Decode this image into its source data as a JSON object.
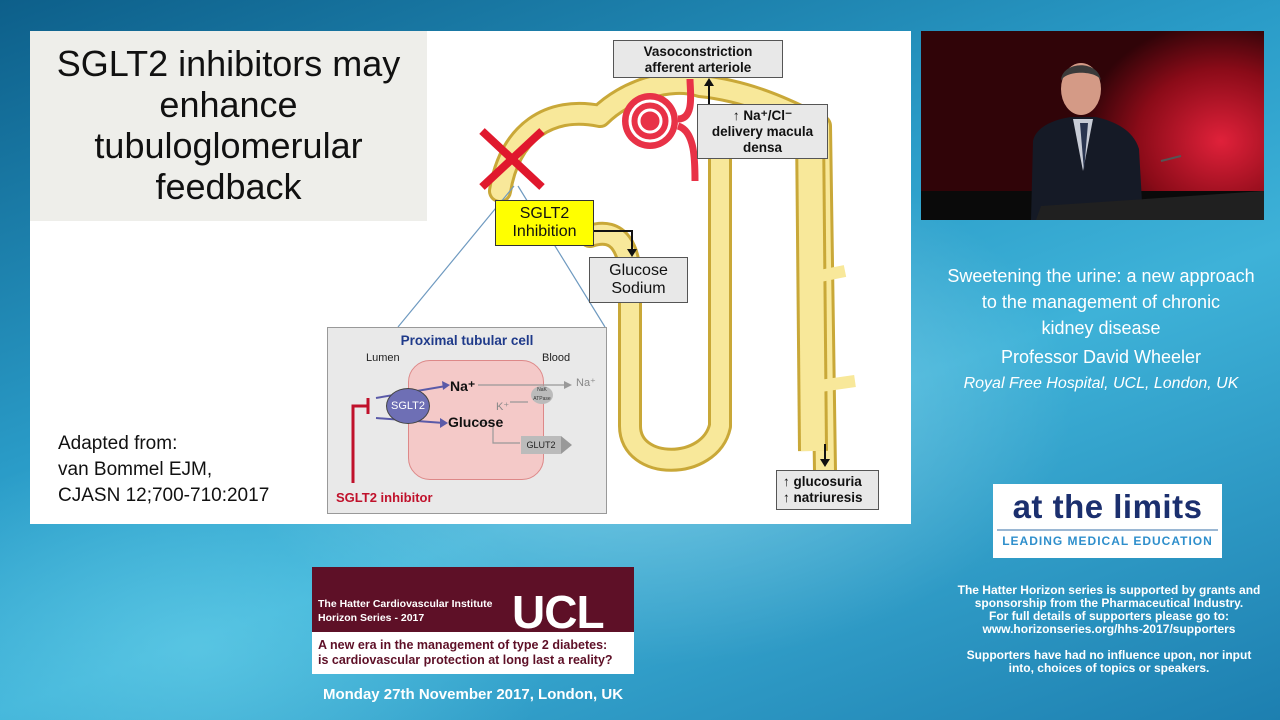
{
  "slide": {
    "title_lines": [
      "SGLT2 inhibitors may",
      "enhance",
      "tubuloglomerular",
      "feedback"
    ],
    "citation_lines": [
      "Adapted from:",
      "van Bommel EJM,",
      "CJASN 12;700-710:2017"
    ],
    "diagram": {
      "vasoconstriction": [
        "Vasoconstriction",
        "afferent arteriole"
      ],
      "delivery": [
        "↑ Na⁺/Cl⁻",
        "delivery macula",
        "densa"
      ],
      "sglt2_inhibition": [
        "SGLT2",
        "Inhibition"
      ],
      "glucose_sodium": [
        "Glucose",
        "Sodium"
      ],
      "outcome": [
        "↑ glucosuria",
        "↑ natriuresis"
      ],
      "inset": {
        "title": "Proximal tubular cell",
        "lumen": "Lumen",
        "blood": "Blood",
        "sglt2": "SGLT2",
        "na": "Na⁺",
        "glucose": "Glucose",
        "na_right": "Na⁺",
        "k": "K⁺",
        "atpase": "NaK ATPase",
        "glut2": "GLUT2",
        "inhibitor": "SGLT2 inhibitor"
      }
    },
    "colors": {
      "tubule": "#f7e58a",
      "glomerulus": "#e83247",
      "cross": "#e0182d",
      "highlight": "#ffff00"
    }
  },
  "talk": {
    "title_lines": [
      "Sweetening the urine: a new approach",
      "to the management of chronic",
      "kidney disease"
    ],
    "speaker": "Professor David Wheeler",
    "affiliation": "Royal Free Hospital, UCL, London, UK"
  },
  "logo": {
    "main": "at the limits",
    "sub": "LEADING MEDICAL EDUCATION"
  },
  "support": {
    "lines": [
      "The Hatter Horizon series is supported by grants and",
      "sponsorship from the Pharmaceutical Industry.",
      "For full details of supporters please go to:",
      "www.horizonseries.org/hhs-2017/supporters"
    ],
    "lines2": [
      "Supporters have had no influence upon, nor input",
      "into, choices of topics or speakers."
    ]
  },
  "banner": {
    "line1": "The Hatter Cardiovascular Institute",
    "line2": "Horizon Series - 2017",
    "ucl": "UCL",
    "question1": "A new era in the management of type 2 diabetes:",
    "question2": "is cardiovascular protection at long last a reality?"
  },
  "date": "Monday 27th November 2017, London, UK"
}
